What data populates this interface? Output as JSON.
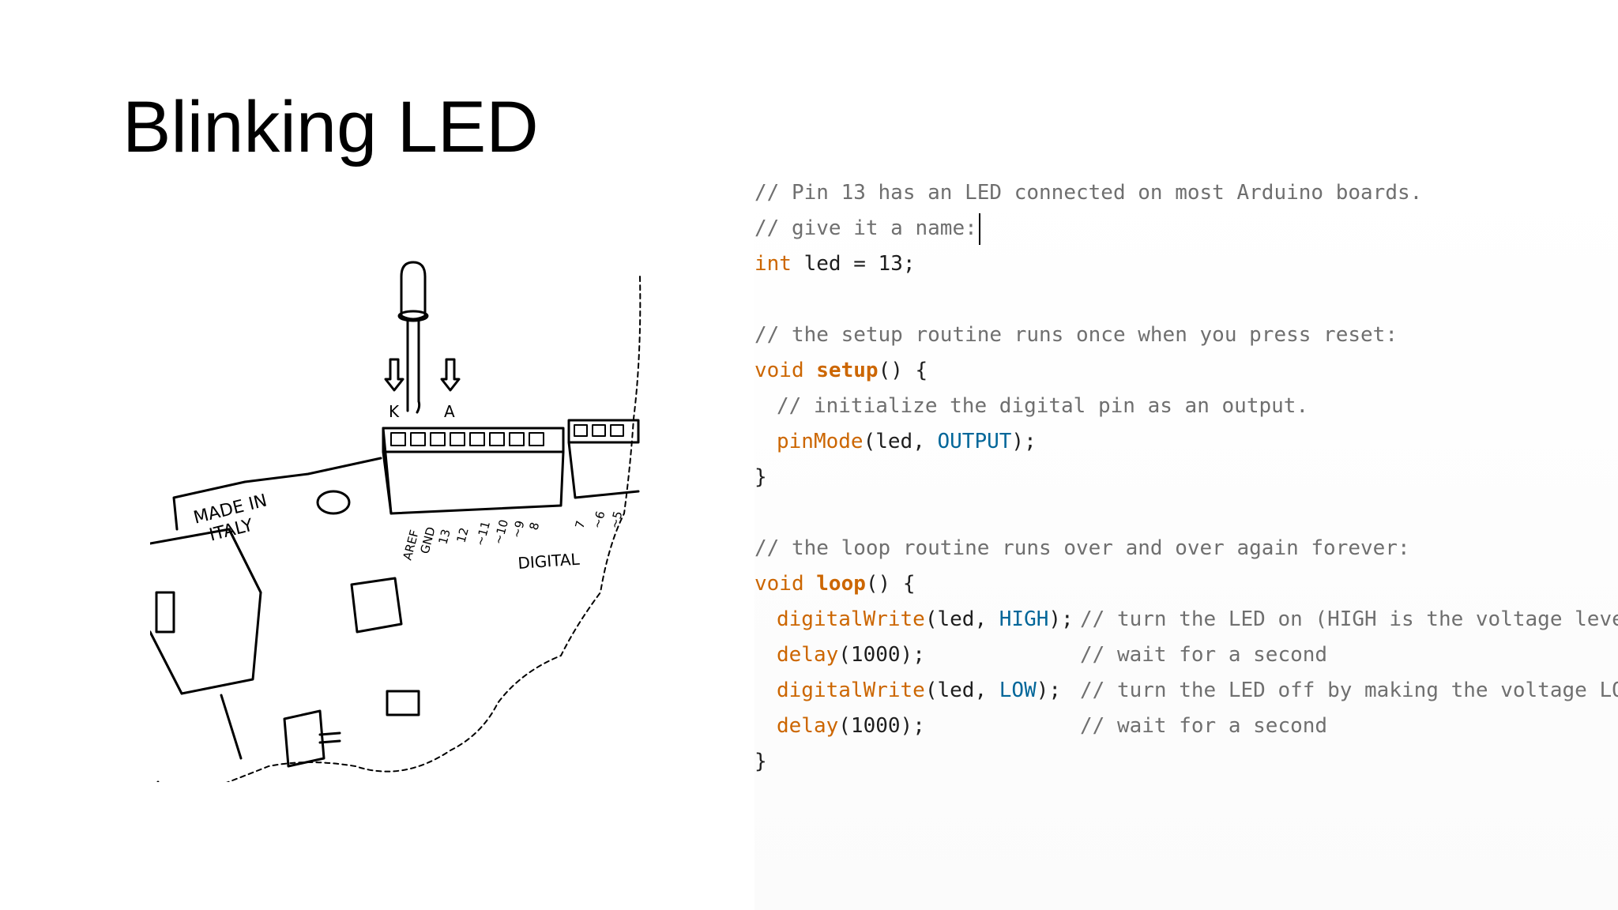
{
  "slide": {
    "title": "Blinking LED"
  },
  "illustration": {
    "board_stamp": [
      "MADE IN",
      "ITALY"
    ],
    "led_pin_labels": {
      "cathode": "K",
      "anode": "A"
    },
    "header_pin_labels": [
      "AREF",
      "GND",
      "13",
      "12",
      "~11",
      "~10",
      "~9",
      "8"
    ],
    "header2_pin_labels": [
      "7",
      "~6",
      "~5"
    ],
    "section_label": "DIGITAL"
  },
  "code": {
    "comment_1": "// Pin 13 has an LED connected on most Arduino boards.",
    "comment_2": "// give it a name:",
    "decl_type": "int",
    "decl_rest": " led = 13;",
    "comment_setup": "// the setup routine runs once when you press reset:",
    "setup_void": "void",
    "setup_name": "setup",
    "setup_rest": "() {",
    "comment_init": "// initialize the digital pin as an output.",
    "pinmode_fn": "pinMode",
    "pinmode_args": "(led, ",
    "pinmode_const": "OUTPUT",
    "pinmode_end": ");",
    "close_brace": "}",
    "comment_loop": "// the loop routine runs over and over again forever:",
    "loop_void": "void",
    "loop_name": "loop",
    "loop_rest": "() {",
    "dw_fn": "digitalWrite",
    "dw_args": "(led, ",
    "dw_high": "HIGH",
    "dw_low": "LOW",
    "dw_end": ");",
    "comment_on": "// turn the LED on (HIGH is the voltage level)",
    "delay_fn": "delay",
    "delay_args": "(1000);",
    "comment_wait": "// wait for a second",
    "comment_off": "// turn the LED off by making the voltage LOW"
  }
}
